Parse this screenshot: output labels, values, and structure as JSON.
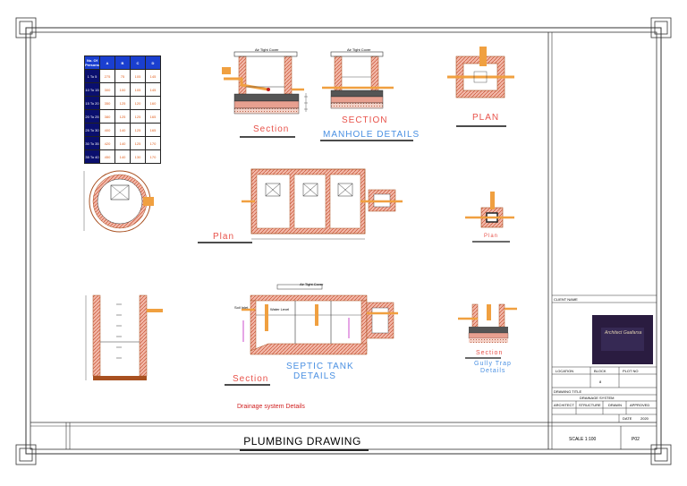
{
  "drawing_title": "PLUMBING DRAWING",
  "subtitle": "Drainage system Details",
  "views": {
    "section1": "Section",
    "section2": "SECTION",
    "manhole_details": "MANHOLE DETAILS",
    "plan_top": "PLAN",
    "plan_mid": "Plan",
    "plan_small": "Plan",
    "section_septic": "Section",
    "septic_tank": "SEPTIC TANK",
    "details": "DETAILS",
    "gully_section": "Section",
    "gully_trap": "Gully Trap",
    "gully_details": "Details"
  },
  "notes": {
    "air_tight_cover": "Air Tight Cover",
    "water_level": "Water Level",
    "soil_inlet": "Soil Inlet"
  },
  "persons_table": {
    "headers": [
      "No. Of Persons",
      "A",
      "B",
      "C",
      "D"
    ],
    "rows": [
      [
        "1 To 5",
        "275",
        "75",
        "105",
        "145"
      ],
      [
        "10 To 15",
        "300",
        "100",
        "105",
        "145"
      ],
      [
        "15 To 20",
        "350",
        "125",
        "120",
        "160"
      ],
      [
        "20 To 25",
        "380",
        "125",
        "125",
        "165"
      ],
      [
        "25 To 30",
        "400",
        "140",
        "125",
        "165"
      ],
      [
        "30 To 35",
        "420",
        "140",
        "125",
        "170"
      ],
      [
        "35 To 40",
        "450",
        "140",
        "130",
        "170"
      ]
    ]
  },
  "title_block": {
    "client_name_label": "CLIENT NAME",
    "location_label": "LOCATION",
    "block_label": "BLOCK",
    "plot_label": "PLOT NO",
    "plot_value": "8",
    "drawing_title_label": "DRAWING TITLE",
    "drawing_title_value": "DRAINAGE SYSTEM",
    "architect_label": "ARCHITECT",
    "structure_label": "STRUCTURE",
    "drawn_label": "DRAWN",
    "approved_label": "APPROVED",
    "date_label": "DATE",
    "year": "2020",
    "scale": "SCALE 1:100",
    "page": "P02",
    "logo_text": "Architect Gaafarsa"
  },
  "colors": {
    "brick": "#e8a090",
    "brick_dark": "#a85020",
    "pipe": "#f0a040",
    "hatch": "#c04020",
    "blue": "#4a90e2",
    "red": "#e8524a",
    "table_head": "#1a3fd0",
    "logo_bg": "#2a1c40"
  }
}
